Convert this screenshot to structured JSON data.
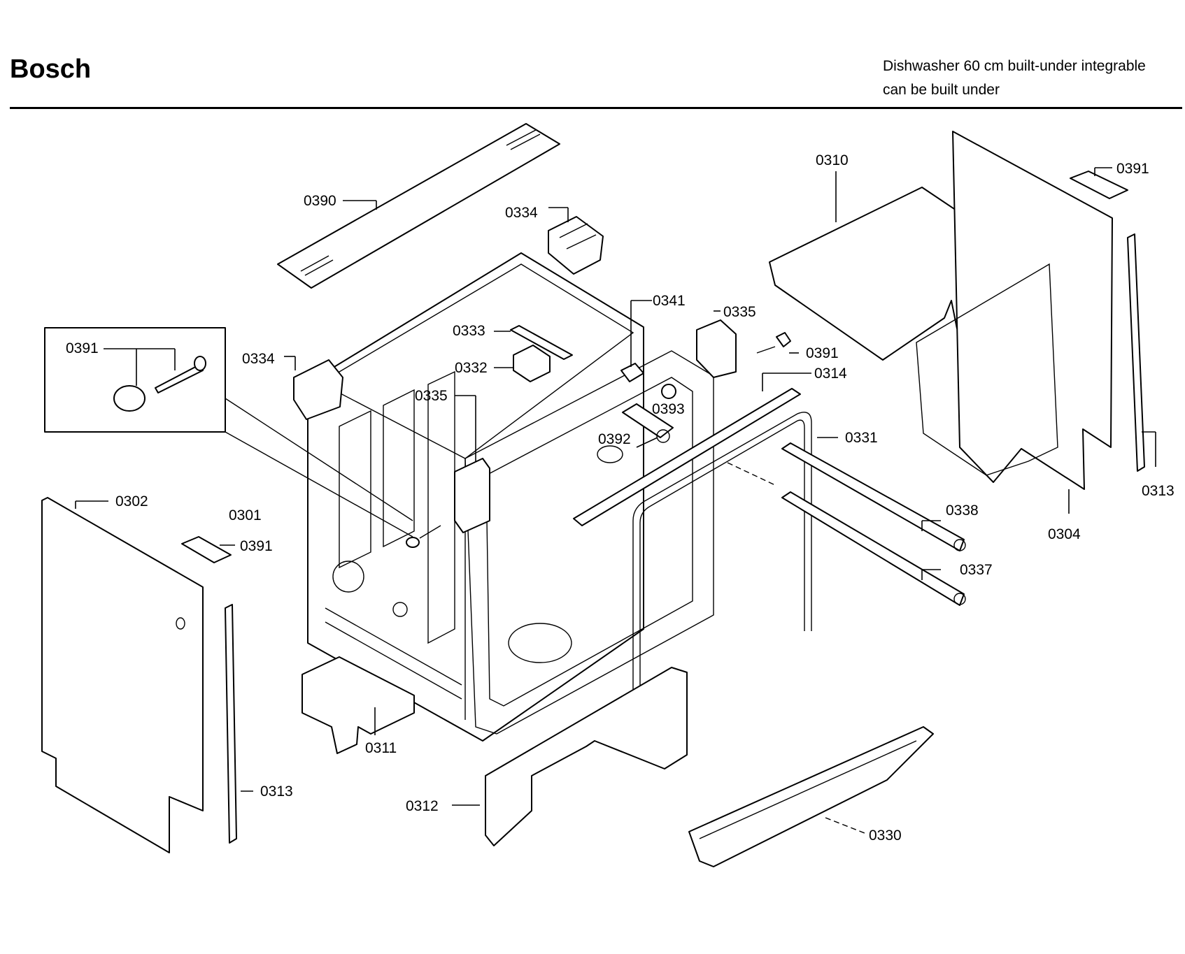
{
  "header": {
    "brand": "Bosch",
    "subtitle_line1": "Dishwasher 60 cm built-under integrable",
    "subtitle_line2": "can be built under"
  },
  "callouts": {
    "c0390": "0390",
    "c0334a": "0334",
    "c0334b": "0334",
    "c0341": "0341",
    "c0335a": "0335",
    "c0335b": "0335",
    "c0333": "0333",
    "c0332": "0332",
    "c0391a": "0391",
    "c0391b": "0391",
    "c0391c": "0391",
    "c0391d": "0391",
    "c0310": "0310",
    "c0314": "0314",
    "c0393": "0393",
    "c0392": "0392",
    "c0331": "0331",
    "c0302": "0302",
    "c0301": "0301",
    "c0338": "0338",
    "c0337": "0337",
    "c0304": "0304",
    "c0313a": "0313",
    "c0313b": "0313",
    "c0311": "0311",
    "c0312": "0312",
    "c0330": "0330"
  }
}
